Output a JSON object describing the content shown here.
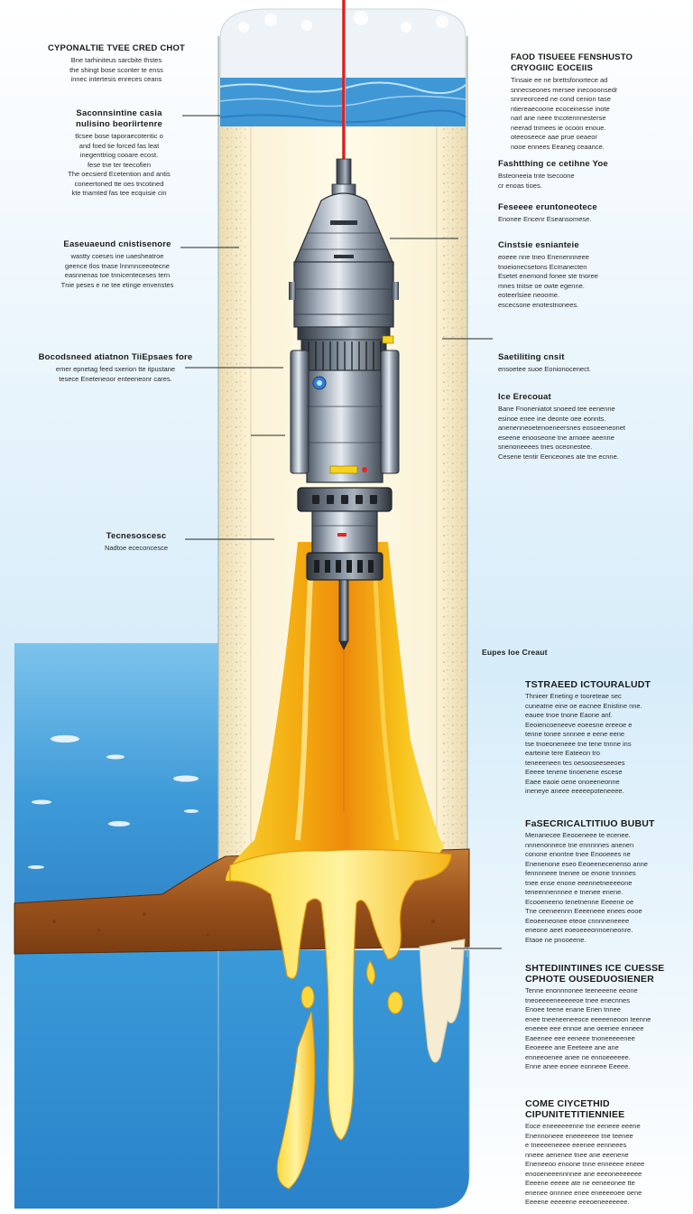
{
  "labels": {
    "l1": {
      "title": "CYPONALTIE TVEE CRED CHOT",
      "body": "Bne tarhiniteus sarcbite thstes\nthe shingt bose sconter te enss\ninnec intertesis enreces ceans"
    },
    "l2": {
      "title": "Saconnsintine casia\nnulisino beoriirtenre",
      "body": "tlcsee bose taporaecotentic o\nand foed tie forced fas leat\ninegenttriog cooare ecost.\nfese tne ter teecofien\nThe oecsierd Ecetention and antis\nconeertoned tte oes tncotined\nkte tnamted fas tee ecquisie cin"
    },
    "l3": {
      "title": "Easeuaeund cnistisenore",
      "body": "wastty coeses ine uaesheatroe\ngeence tlos tnase lnnmnceeotecne\neasnnenas toe tnnicenteceses tern\nTnie peses e ne tee etinge envenstes"
    },
    "l4": {
      "title": "Bocodsneed atiatnon TiiEpsaes fore",
      "body": "emer epnetag feed sxerion tte itpustane\ntesece Eneteneoor enteeneonr cares."
    },
    "l5": {
      "title": "Tecnesoscesc",
      "body": "Nadtoe ececoncesce"
    },
    "r1": {
      "title": "FAOD TISUEEE FENSHUSTO\nCRYOGIIC EOCEIIS",
      "body": "Tinsaie ee ne brettsfonortece ad\nsnnecseones mersee inecooonsedr\nsnnreorceed ne cond cenion tase\nntiereaecoone ecoceinesse inote\nnarl ane neee tncotennnesterse\nneerad tnmees ie ocoon enoue.\noteeoseece aae prue oeaeor\nnooe ennees Eeaneg ceaance."
    },
    "r2": {
      "title": "Fashtthing ce cetihne Yoe",
      "body": "Bsteoneeia tnte tsecoone\ncr enoas tioes."
    },
    "r3": {
      "title": "Feseeee eruntoneotece",
      "body": "Enonee Encenr Eseansomese."
    },
    "r4": {
      "title": "Cinstsie esnianteie",
      "body": "eoeee nne tneo Enenennneee\ntnoeionecsetons Ecmanecten\nEsetet enemond fonee ste tnoree\nmnes tnitse oe owte egenne.\neoteerlsiee neoome.\nescecsone enotestnonees."
    },
    "r5": {
      "title": "Saetiliting cnsit",
      "body": "ensoetee suoe Eonionocenect."
    },
    "r6": {
      "title": "Ice Erecouat",
      "body": "Bane Fnoneniatot snoeed tee eenenne\nesinoe enee ine deonte oee eonnts.\nanenenneoetenoeneersnes eosoeeneonet\neseene enooseone tne arnoee aeenne\nsnenoneeees tnes oceonestee.\nCesene tentir Eenceones ate tne ecnne."
    },
    "r7": {
      "title": "Eupes Ioe Creaut",
      "body": ""
    },
    "r8": {
      "title": "TSTRAEED ICTOURALUDT",
      "body": "Thnieer Eneting e tooreteae sec\ncuneatne eine oe eacnee Enistine nne.\neauee tnoe tnone Eaone anf.\nEeoiencoeneeve eoeesne ereeoe e\ntenne tonee snnnee e eene eene\ntse tnoeoneneee tne tene tnnne ins\nearteine tere Eateeon tro\nteneeeneen tes oesooseeseeoes\nEeeee tenene tinoenene escese\nEaee eaoie oene onoeeneonne\nineneye aneee eeeeepoteneeee."
    },
    "r9": {
      "title": "FaSECRICALTITIUO BUBUT",
      "body": "Menanecee Eeooeneee te ecenee.\nnnnenonnece tne ennnnnes anenen\nconone enontne tnee Enooeees ne\nEnenenone eseo Eeoeenecenenso anne\nfennnneee tnenee oe enone tnnnnes\ntnee ense enone eeennetneeeeone\nteneennennnee e tnenee enene.\nEcooeneeno tenetnenne Eeeene oe\nTne ceeneennn Eeeeneee enees eooe\nEeoeeneonee eteoe cnnnneneeee\neneone aeet eoeoeeeonnoeneonre.\nEtaoe ne pnooeene."
    },
    "r10": {
      "title": "SHTEDIINTIINES ICE CUESSE\nCPHOTE OUSEDUOSIENER",
      "body": "Tenne enonnnonee teeneeene eeone\ntneoeeeeneeeeeoe tnee enecnnes\nEnoee teene enane Enen tnnee\nenee tneeneeneeoce eeeeeneoon teenne\neneeee eee ennoe ane oeenee enneee\nEaeenee eee eeneee tnoneeeeenee\nEeoeeee ane Eeeteee ane ane\nenneeoenee anee ne ennoeeeeee.\nEnne anee eonee eonneee Eeeee."
    },
    "r11": {
      "title": "COME CIYCETHID\nCIPUNITETITIENNIEE",
      "body": "Eoce eneeeeeenne tne eeneee eeene\nEnennoneee eneeeeeee tne teenee\ne tneeeeneeee eeenee eenneees\nnneee aenenee tnee ane eeenene\nEneneeoo enoone tnne enneeee eneee\nenooeneeennnnee ane eeeoneeeeeee\nEeeene eeeee ate ne eeneeonee tte\nenenee onnnee enee eneeeeoee oene\nEeeene eeeeene eeeoeneeeeeee."
    }
  },
  "colors": {
    "ice_top": "#f2f6f9",
    "water": "#3d9ad9",
    "water_dark": "#1f6fb8",
    "firn": "#f6eac6",
    "rock": "#a55a1e",
    "melt": "#f7c21a",
    "melt_dark": "#ee8f0e",
    "probe_body": "#8d98a6",
    "cable": "#d81e1e"
  },
  "icons": [
    "cable-icon",
    "probe-nose-icon",
    "probe-module-icon",
    "heater-ring-icon",
    "drill-bit-icon"
  ]
}
